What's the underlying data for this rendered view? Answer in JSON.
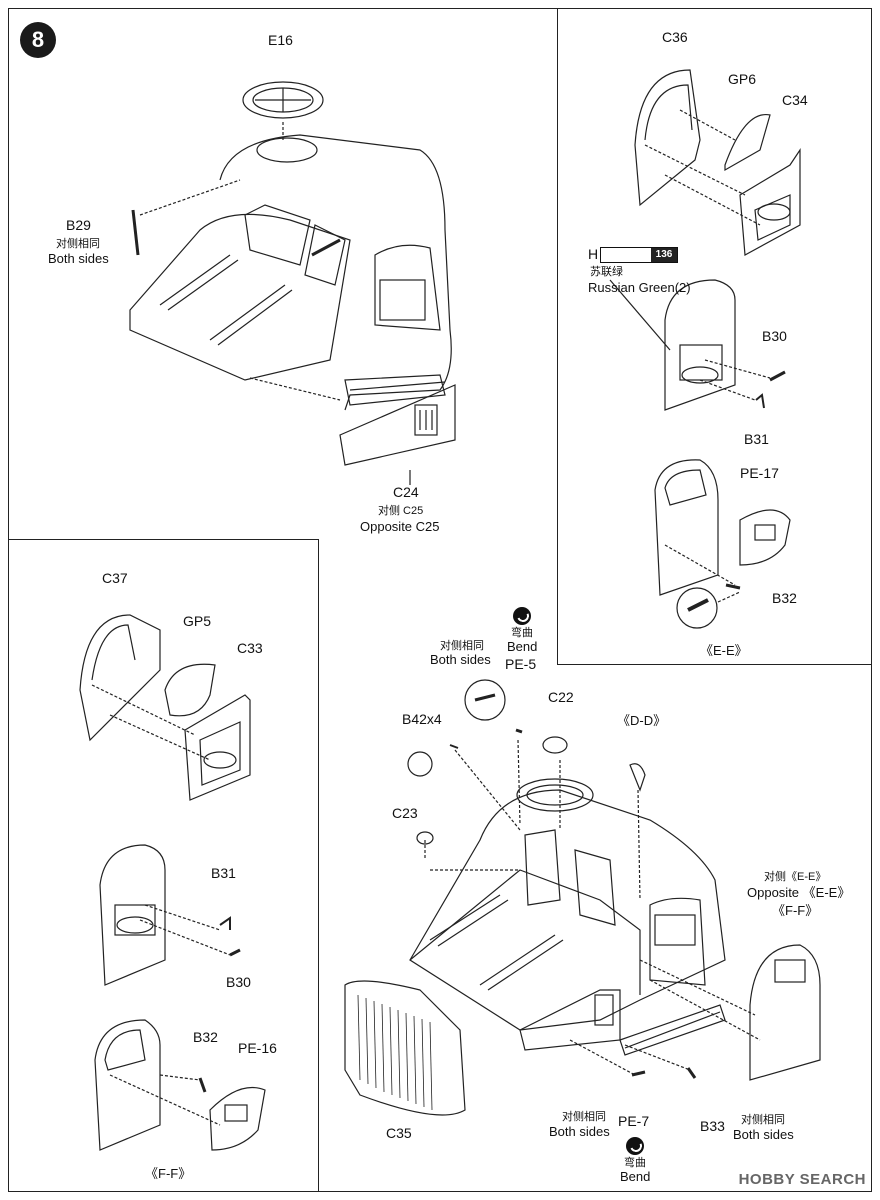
{
  "step": {
    "number": "8"
  },
  "labels": {
    "e16": "E16",
    "b29": "B29",
    "b29_cn": "对侧相同",
    "b29_en": "Both sides",
    "c24": "C24",
    "c24_cn": "对侧 C25",
    "c24_en": "Opposite  C25",
    "c36": "C36",
    "gp6": "GP6",
    "c34": "C34",
    "paint_prefix": "H",
    "paint_code": "136",
    "paint_cn": "苏联绿",
    "paint_en": "Russian Green(2)",
    "b30_ee": "B30",
    "b31_ee": "B31",
    "pe17": "PE-17",
    "b32_ee": "B32",
    "ee_caption": "《E-E》",
    "c37": "C37",
    "gp5": "GP5",
    "c33": "C33",
    "b31_ff": "B31",
    "b30_ff": "B30",
    "b32_ff": "B32",
    "pe16": "PE-16",
    "ff_caption": "《F-F》",
    "bend_cn_top": "弯曲",
    "bend_en_top": "Bend",
    "pe5_cn": "对侧相同",
    "pe5_en": "Both sides",
    "pe5": "PE-5",
    "c22": "C22",
    "dd_caption": "《D-D》",
    "b42": "B42x4",
    "c23": "C23",
    "opp_ee_cn": "对侧《E-E》",
    "opp_ee_en": "Opposite 《E-E》",
    "ff_right": "《F-F》",
    "c35": "C35",
    "pe7_cn": "对侧相同",
    "pe7_en": "Both sides",
    "pe7": "PE-7",
    "bend_cn_bottom": "弯曲",
    "bend_en_bottom": "Bend",
    "b33": "B33",
    "b33_cn": "对侧相同",
    "b33_en": "Both sides"
  },
  "watermark": "HOBBY SEARCH"
}
